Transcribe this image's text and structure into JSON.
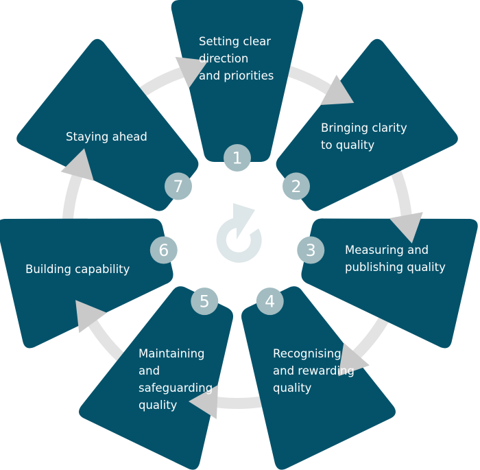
{
  "diagram": {
    "title": "Quality cycle",
    "colors": {
      "segment": "#04526a",
      "badge": "#a2bcc1",
      "arrow": "#c9c9c9",
      "ring": "#e3e3e3",
      "center_icon": "#dde6e8",
      "text": "#ffffff"
    },
    "center_icon": "cycle-refresh-icon",
    "steps": [
      {
        "number": "1",
        "lines": [
          "Setting clear",
          "direction",
          "and priorities"
        ]
      },
      {
        "number": "2",
        "lines": [
          "Bringing clarity",
          "to quality"
        ]
      },
      {
        "number": "3",
        "lines": [
          "Measuring and",
          "publishing quality"
        ]
      },
      {
        "number": "4",
        "lines": [
          "Recognising",
          "and rewarding",
          "quality"
        ]
      },
      {
        "number": "5",
        "lines": [
          "Maintaining",
          "and",
          "safeguarding",
          "quality"
        ]
      },
      {
        "number": "6",
        "lines": [
          "Building capability"
        ]
      },
      {
        "number": "7",
        "lines": [
          "Staying ahead"
        ]
      }
    ]
  }
}
